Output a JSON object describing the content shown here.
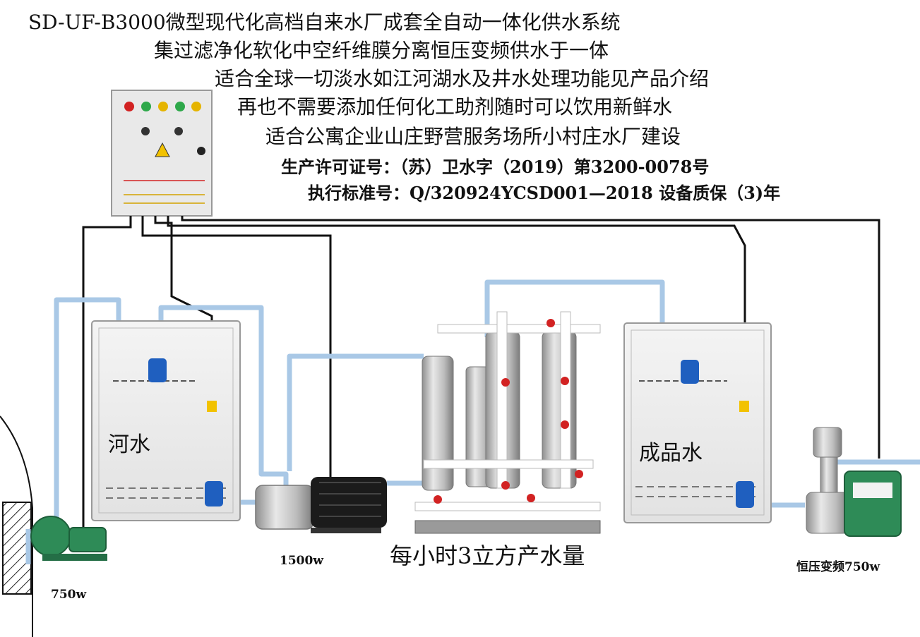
{
  "heading": {
    "line1": "SD-UF-B3000微型现代化高档自来水厂成套全自动一体化供水系统",
    "line2": "集过滤净化软化中空纤维膜分离恒压变频供水于一体",
    "line3": "适合全球一切淡水如江河湖水及井水处理功能见产品介绍",
    "line4": "再也不需要添加任何化工助剂随时可以饮用新鲜水",
    "line5": "适合公寓企业山庄野营服务场所小村庄水厂建设",
    "license": "生产许可证号：（苏）卫水字（2019）第3200-0078号",
    "standard": "执行标准号：Q/320924YCSD001—2018 设备质保（3)年"
  },
  "tanks": {
    "raw_label": "河水",
    "product_label": "成品水"
  },
  "pumps": {
    "intake_power": "750w",
    "booster_power": "1500w",
    "supply_power": "恒压变频750w"
  },
  "capacity_caption": "每小时3立方产水量",
  "colors": {
    "pipe": "#a9c8e6",
    "wire": "#111111",
    "float_switch": "#1f5fbf",
    "steel": "#c9c9c9",
    "pump_green": "#2e8b57",
    "valve_red": "#d22222"
  },
  "icons": {
    "control_box": "control-panel-icon",
    "float": "float-switch-icon",
    "filter": "filter-column-icon"
  }
}
